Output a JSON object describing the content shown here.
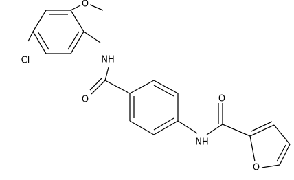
{
  "diagram": {
    "type": "chemical-structure",
    "atom_labels": {
      "O_methoxy": "O",
      "Cl": "Cl",
      "N_amide1": "NH",
      "O_carbonyl1": "O",
      "N_amide2": "NH",
      "O_carbonyl2": "O",
      "O_furan": "O"
    },
    "colors": {
      "bond": "#000000",
      "label": "#000000",
      "background": "#ffffff"
    }
  }
}
